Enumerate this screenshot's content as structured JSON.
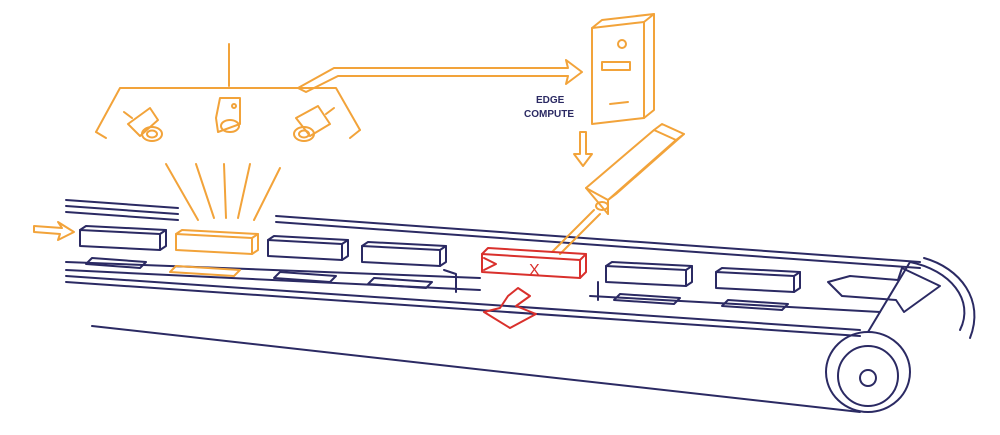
{
  "edge_compute": {
    "label_line1": "EDGE",
    "label_line2": "COMPUTE"
  },
  "rejected_item": {
    "mark": "X"
  },
  "colors": {
    "sensor_path": "#f2a33a",
    "conveyor": "#2b2a63",
    "reject": "#d9302c",
    "background": "#ffffff"
  },
  "icons": [
    "camera-icon",
    "server-icon",
    "arrow-icon",
    "roller-icon"
  ]
}
